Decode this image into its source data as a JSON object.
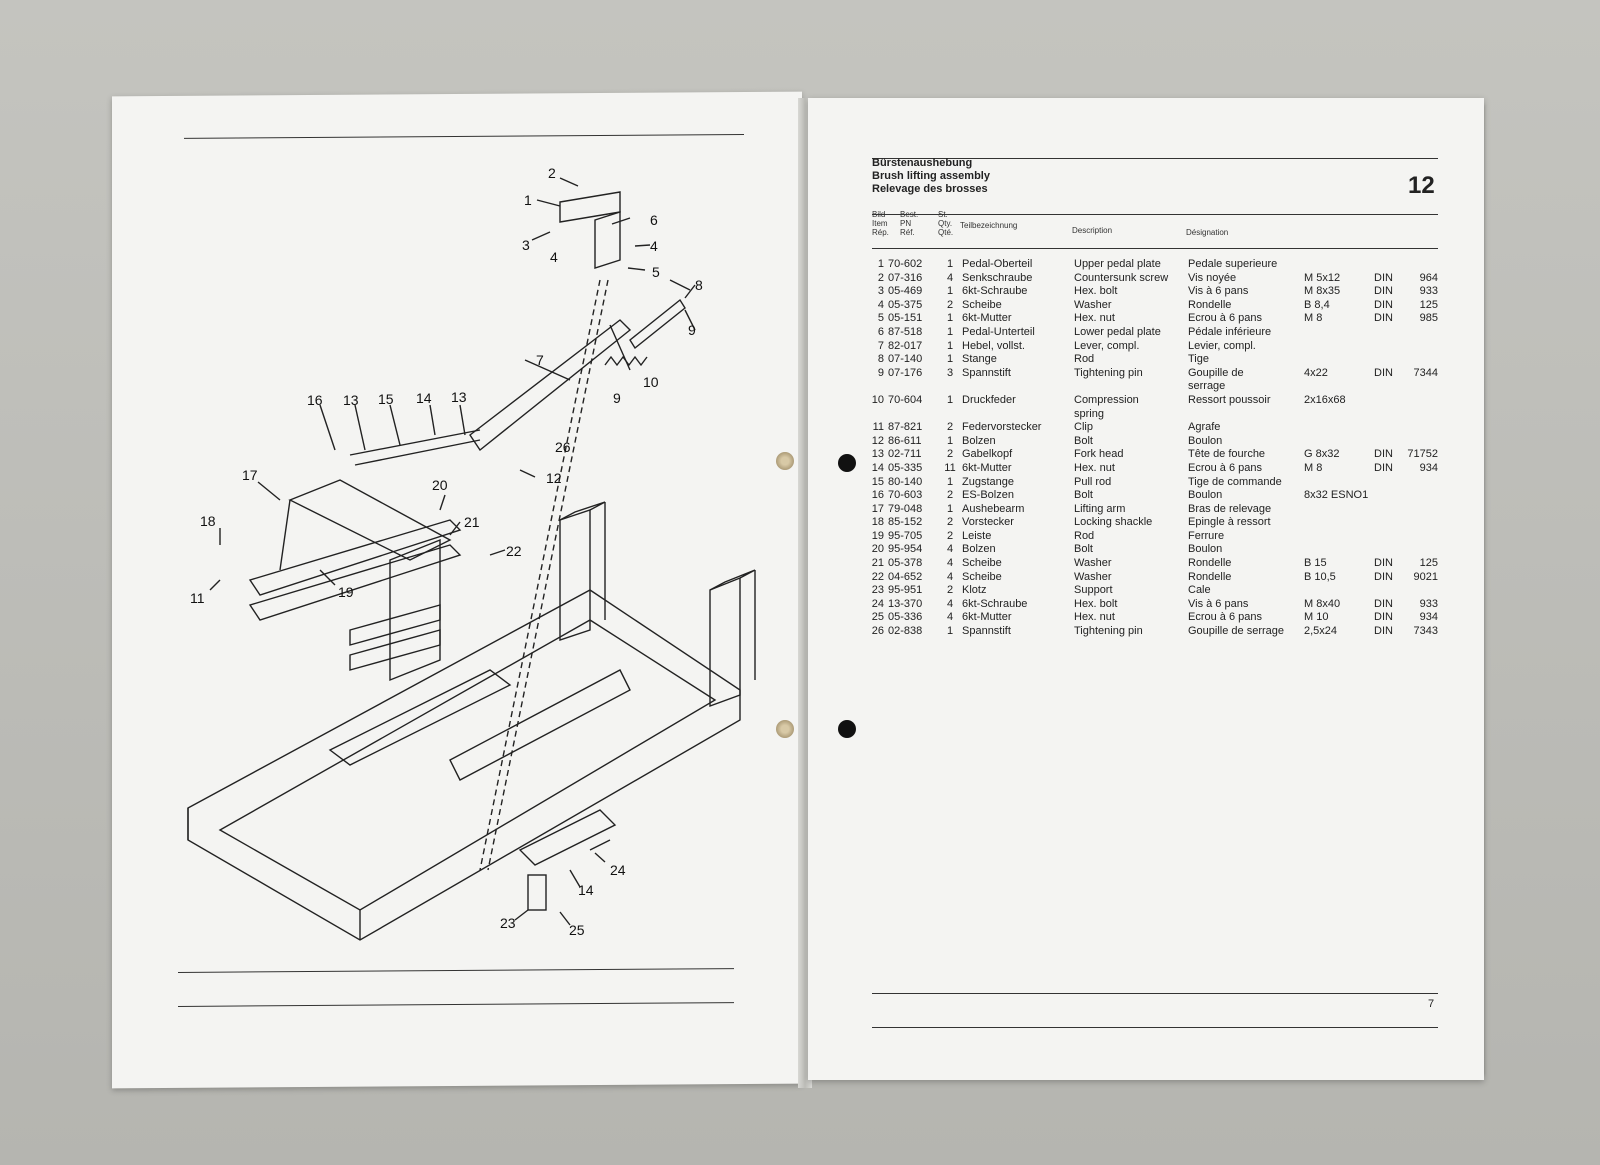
{
  "left_page": {
    "callouts": [
      "1",
      "2",
      "3",
      "4",
      "5",
      "6",
      "7",
      "8",
      "9",
      "10",
      "11",
      "12",
      "13",
      "14",
      "15",
      "16",
      "17",
      "18",
      "19",
      "20",
      "21",
      "22",
      "23",
      "24",
      "25",
      "26"
    ]
  },
  "right_page": {
    "title_de": "Bürstenaushebung",
    "title_en": "Brush lifting assembly",
    "title_fr": "Relevage des brosses",
    "section_number": "12",
    "col_headers": {
      "bild": [
        "Bild",
        "Item",
        "Rép."
      ],
      "pn": [
        "Best.",
        "PN",
        "Réf."
      ],
      "qty": [
        "St.",
        "Qty.",
        "Qté."
      ],
      "name": "Teilbezeichnung",
      "desc": "Description",
      "designation": "Désignation"
    },
    "rows": [
      {
        "item": "1",
        "pn": "70-602",
        "qty": "1",
        "de": "Pedal-Oberteil",
        "en": "Upper pedal plate",
        "fr": "Pedale superieure",
        "size": "",
        "std": "",
        "stdno": ""
      },
      {
        "item": "2",
        "pn": "07-316",
        "qty": "4",
        "de": "Senkschraube",
        "en": "Countersunk screw",
        "fr": "Vis noyée",
        "size": "M 5x12",
        "std": "DIN",
        "stdno": "964"
      },
      {
        "item": "3",
        "pn": "05-469",
        "qty": "1",
        "de": "6kt-Schraube",
        "en": "Hex. bolt",
        "fr": "Vis à 6 pans",
        "size": "M 8x35",
        "std": "DIN",
        "stdno": "933"
      },
      {
        "item": "4",
        "pn": "05-375",
        "qty": "2",
        "de": "Scheibe",
        "en": "Washer",
        "fr": "Rondelle",
        "size": "B 8,4",
        "std": "DIN",
        "stdno": "125"
      },
      {
        "item": "5",
        "pn": "05-151",
        "qty": "1",
        "de": "6kt-Mutter",
        "en": "Hex. nut",
        "fr": "Ecrou à 6 pans",
        "size": "M 8",
        "std": "DIN",
        "stdno": "985"
      },
      {
        "item": "6",
        "pn": "87-518",
        "qty": "1",
        "de": "Pedal-Unterteil",
        "en": "Lower pedal plate",
        "fr": "Pédale inférieure",
        "size": "",
        "std": "",
        "stdno": ""
      },
      {
        "item": "7",
        "pn": "82-017",
        "qty": "1",
        "de": "Hebel, vollst.",
        "en": "Lever, compl.",
        "fr": "Levier, compl.",
        "size": "",
        "std": "",
        "stdno": ""
      },
      {
        "item": "8",
        "pn": "07-140",
        "qty": "1",
        "de": "Stange",
        "en": "Rod",
        "fr": "Tige",
        "size": "",
        "std": "",
        "stdno": ""
      },
      {
        "item": "9",
        "pn": "07-176",
        "qty": "3",
        "de": "Spannstift",
        "en": "Tightening pin",
        "fr": "Goupille de",
        "size": "4x22",
        "std": "DIN",
        "stdno": "7344"
      },
      {
        "item": "",
        "pn": "",
        "qty": "",
        "de": "",
        "en": "",
        "fr": "serrage",
        "size": "",
        "std": "",
        "stdno": ""
      },
      {
        "item": "10",
        "pn": "70-604",
        "qty": "1",
        "de": "Druckfeder",
        "en": "Compression",
        "fr": "Ressort poussoir",
        "size": "2x16x68",
        "std": "",
        "stdno": ""
      },
      {
        "item": "",
        "pn": "",
        "qty": "",
        "de": "",
        "en": "spring",
        "fr": "",
        "size": "",
        "std": "",
        "stdno": ""
      },
      {
        "item": "11",
        "pn": "87-821",
        "qty": "2",
        "de": "Federvorstecker",
        "en": "Clip",
        "fr": "Agrafe",
        "size": "",
        "std": "",
        "stdno": ""
      },
      {
        "item": "12",
        "pn": "86-611",
        "qty": "1",
        "de": "Bolzen",
        "en": "Bolt",
        "fr": "Boulon",
        "size": "",
        "std": "",
        "stdno": ""
      },
      {
        "item": "13",
        "pn": "02-711",
        "qty": "2",
        "de": "Gabelkopf",
        "en": "Fork head",
        "fr": "Tête de fourche",
        "size": "G 8x32",
        "std": "DIN",
        "stdno": "71752"
      },
      {
        "item": "14",
        "pn": "05-335",
        "qty": "11",
        "de": "6kt-Mutter",
        "en": "Hex. nut",
        "fr": "Ecrou à 6 pans",
        "size": "M 8",
        "std": "DIN",
        "stdno": "934"
      },
      {
        "item": "15",
        "pn": "80-140",
        "qty": "1",
        "de": "Zugstange",
        "en": "Pull rod",
        "fr": "Tige de commande",
        "size": "",
        "std": "",
        "stdno": ""
      },
      {
        "item": "16",
        "pn": "70-603",
        "qty": "2",
        "de": "ES-Bolzen",
        "en": "Bolt",
        "fr": "Boulon",
        "size": "8x32 ESNO1",
        "std": "",
        "stdno": ""
      },
      {
        "item": "17",
        "pn": "79-048",
        "qty": "1",
        "de": "Aushebearm",
        "en": "Lifting arm",
        "fr": "Bras de relevage",
        "size": "",
        "std": "",
        "stdno": ""
      },
      {
        "item": "18",
        "pn": "85-152",
        "qty": "2",
        "de": "Vorstecker",
        "en": "Locking shackle",
        "fr": "Epingle à ressort",
        "size": "",
        "std": "",
        "stdno": ""
      },
      {
        "item": "19",
        "pn": "95-705",
        "qty": "2",
        "de": "Leiste",
        "en": "Rod",
        "fr": "Ferrure",
        "size": "",
        "std": "",
        "stdno": ""
      },
      {
        "item": "20",
        "pn": "95-954",
        "qty": "4",
        "de": "Bolzen",
        "en": "Bolt",
        "fr": "Boulon",
        "size": "",
        "std": "",
        "stdno": ""
      },
      {
        "item": "21",
        "pn": "05-378",
        "qty": "4",
        "de": "Scheibe",
        "en": "Washer",
        "fr": "Rondelle",
        "size": "B 15",
        "std": "DIN",
        "stdno": "125"
      },
      {
        "item": "22",
        "pn": "04-652",
        "qty": "4",
        "de": "Scheibe",
        "en": "Washer",
        "fr": "Rondelle",
        "size": "B 10,5",
        "std": "DIN",
        "stdno": "9021"
      },
      {
        "item": "23",
        "pn": "95-951",
        "qty": "2",
        "de": "Klotz",
        "en": "Support",
        "fr": "Cale",
        "size": "",
        "std": "",
        "stdno": ""
      },
      {
        "item": "24",
        "pn": "13-370",
        "qty": "4",
        "de": "6kt-Schraube",
        "en": "Hex. bolt",
        "fr": "Vis à 6 pans",
        "size": "M 8x40",
        "std": "DIN",
        "stdno": "933"
      },
      {
        "item": "25",
        "pn": "05-336",
        "qty": "4",
        "de": "6kt-Mutter",
        "en": "Hex. nut",
        "fr": "Ecrou à 6 pans",
        "size": "M 10",
        "std": "DIN",
        "stdno": "934"
      },
      {
        "item": "26",
        "pn": "02-838",
        "qty": "1",
        "de": "Spannstift",
        "en": "Tightening pin",
        "fr": "Goupille de serrage",
        "size": "2,5x24",
        "std": "DIN",
        "stdno": "7343"
      }
    ],
    "page_number": "7"
  }
}
